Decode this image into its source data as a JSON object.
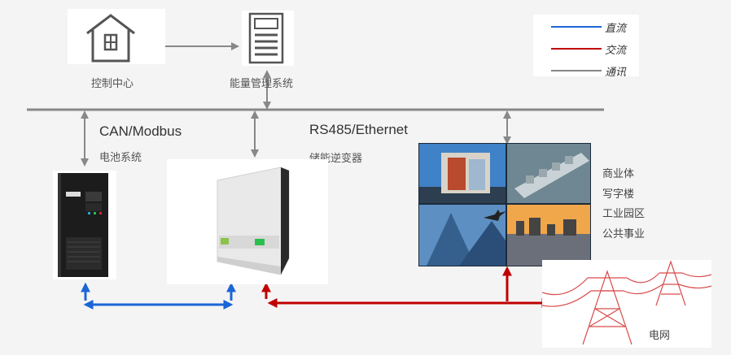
{
  "legend": {
    "dc": "直流",
    "ac": "交流",
    "comm": "通讯",
    "colors": {
      "dc": "#1a66d6",
      "ac": "#c00000",
      "comm": "#888888"
    }
  },
  "nodes": {
    "control_center": "控制中心",
    "ems": "能量管理系统",
    "bus_left": "CAN/Modbus",
    "battery": "电池系统",
    "bus_right": "RS485/Ethernet",
    "inverter": "储能逆变器",
    "grid": "电网"
  },
  "applications": [
    "商业体",
    "写字楼",
    "工业园区",
    "公共事业"
  ]
}
